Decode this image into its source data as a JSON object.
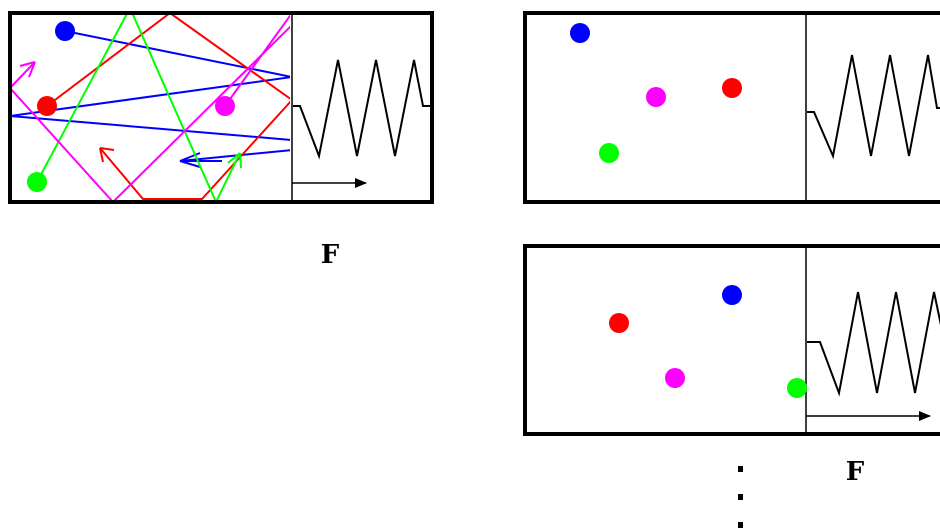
{
  "colors": {
    "blue": "#0000ff",
    "red": "#ff0000",
    "green": "#00ff00",
    "magenta": "#ff00ff",
    "stroke": "#000000"
  },
  "labels": {
    "force_left": "F",
    "force_right": "F",
    "ellipsis": "⋮"
  },
  "panels": [
    {
      "name": "trajectory-panel",
      "show_paths": true
    },
    {
      "name": "snapshot-panel-1",
      "show_paths": false
    },
    {
      "name": "snapshot-panel-2",
      "show_paths": false
    }
  ]
}
